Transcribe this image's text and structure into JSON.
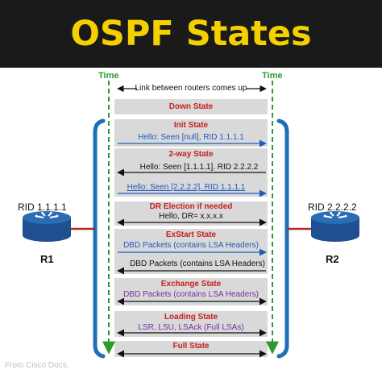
{
  "title": "OSPF States",
  "time_left": "Time",
  "time_right": "Time",
  "link_up": "Link between routers comes up",
  "router_left": {
    "rid": "RID 1.1.1.1",
    "name": "R1"
  },
  "router_right": {
    "rid": "RID 2.2.2.2",
    "name": "R2"
  },
  "states": {
    "down": "Down State",
    "init": "Init State",
    "two_way": "2-way State",
    "dr_election": "DR Election if needed",
    "exstart": "ExStart State",
    "exchange": "Exchange State",
    "loading": "Loading State",
    "full": "Full State"
  },
  "messages": {
    "init_hello": "Hello: Seen [null], RID 1.1.1.1",
    "two_way_hello_r2": "Hello: Seen [1.1.1.1]. RID 2.2.2.2",
    "two_way_hello_r1": "Hello: Seen [2.2.2.2]. RID 1.1.1.1",
    "dr_hello": "Hello, DR= x.x.x.x",
    "exstart_dbd_r1": "DBD Packets (contains LSA Headers)",
    "exstart_dbd_r2": "DBD Packets (contains LSA Headers)",
    "exchange_dbd": "DBD Packets (contains LSA Headers)",
    "loading_lsr": "LSR, LSU, LSAck (Full LSAs)"
  },
  "credit": "From Cisco Docs.",
  "colors": {
    "title_bg": "#1a1a1a",
    "title_text": "#f5d000",
    "time_green": "#2e9a2e",
    "state_red": "#c62020",
    "msg_blue": "#1f5bbf",
    "msg_purple": "#7a2aa8",
    "bracket_blue": "#1e6fb8",
    "router_blue": "#2a6db5"
  }
}
